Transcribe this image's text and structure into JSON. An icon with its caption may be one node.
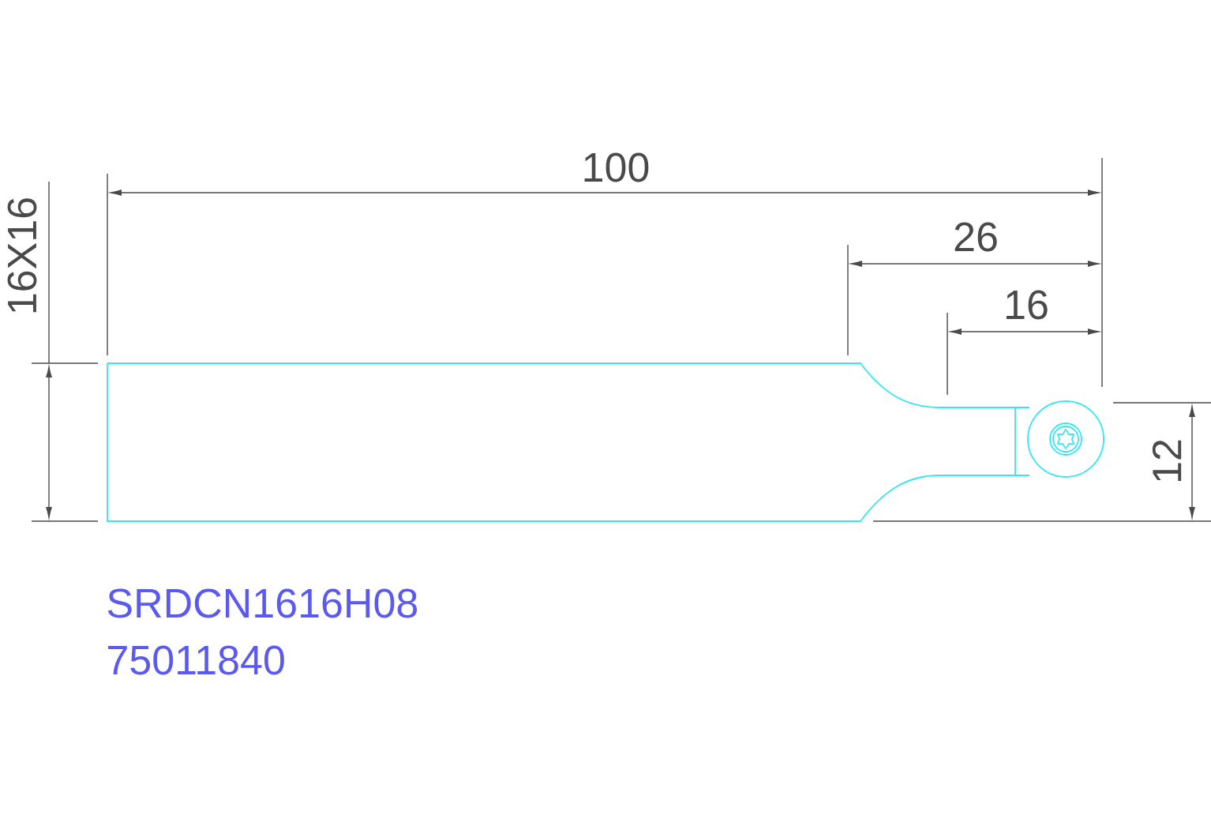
{
  "diagram": {
    "labels": [
      "100",
      "16X16",
      "26",
      "16",
      "12",
      "SRDCN1616H08",
      "75011840"
    ]
  }
}
